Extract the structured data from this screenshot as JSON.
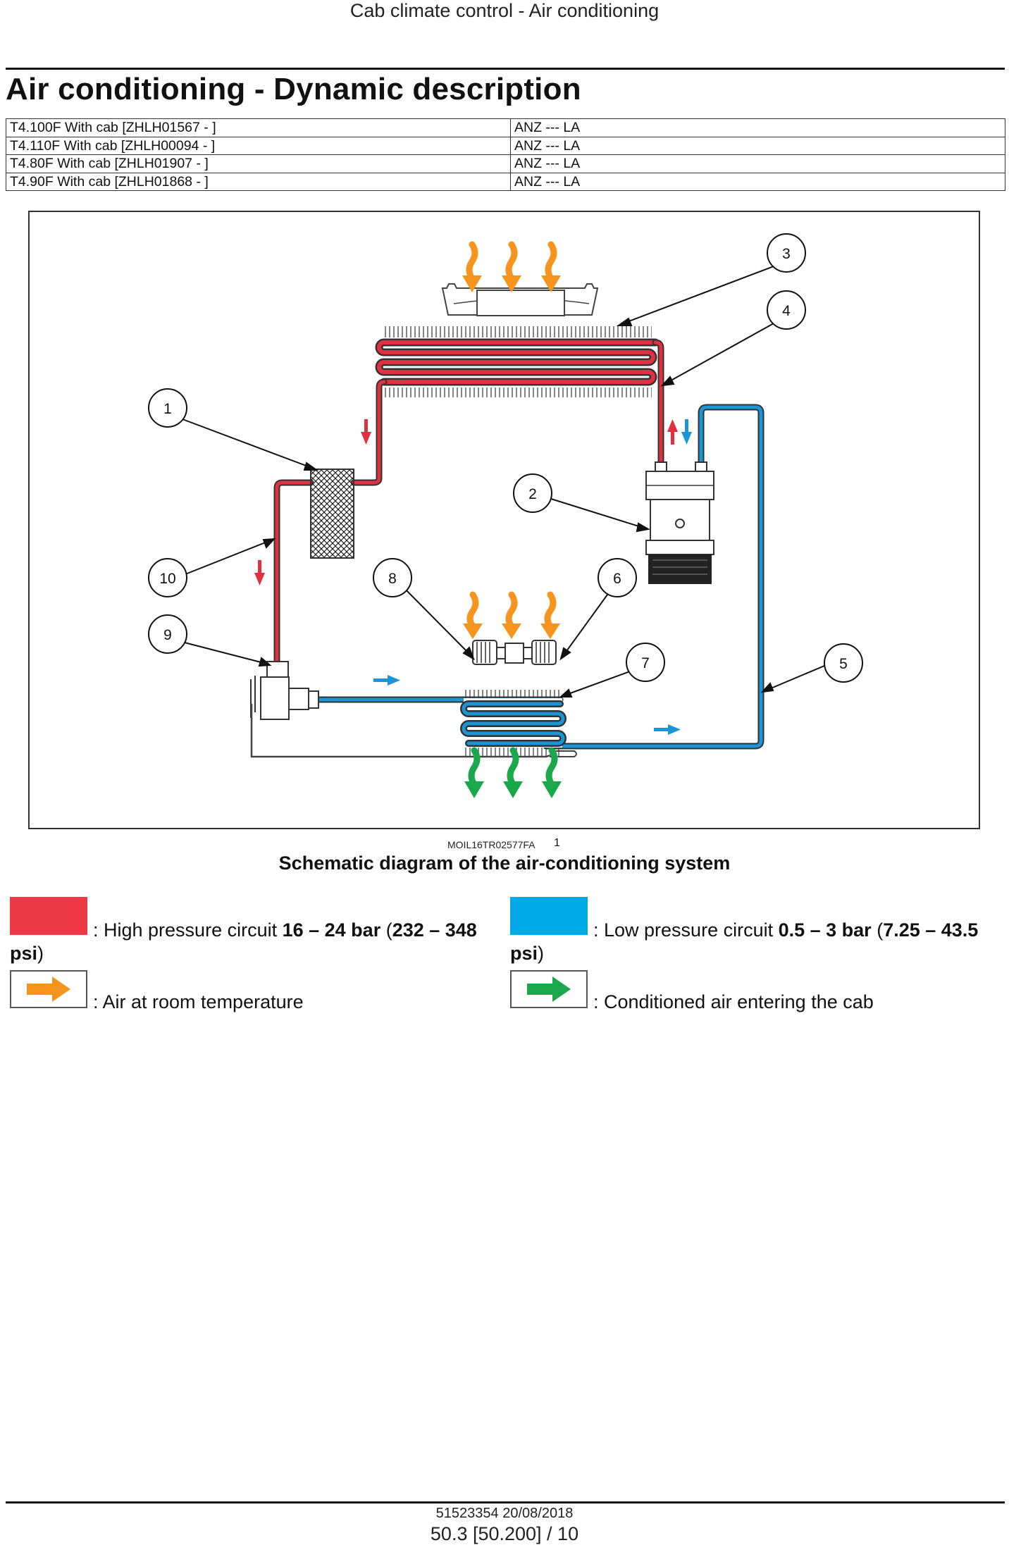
{
  "header": {
    "running_title": "Cab climate control - Air conditioning"
  },
  "title": "Air conditioning - Dynamic description",
  "models": [
    {
      "model": "T4.100F With cab [ZHLH01567 - ]",
      "region": "ANZ --- LA"
    },
    {
      "model": "T4.110F With cab [ZHLH00094 - ]",
      "region": "ANZ --- LA"
    },
    {
      "model": "T4.80F With cab [ZHLH01907 - ]",
      "region": "ANZ --- LA"
    },
    {
      "model": "T4.90F With cab [ZHLH01868 - ]",
      "region": "ANZ --- LA"
    }
  ],
  "figure": {
    "id": "MOIL16TR02577FA",
    "number": "1",
    "caption": "Schematic diagram of the air-conditioning system",
    "callouts": [
      "1",
      "2",
      "3",
      "4",
      "5",
      "6",
      "7",
      "8",
      "9",
      "10"
    ]
  },
  "legend": {
    "high_pressure": {
      "prefix": ":  High pressure circuit ",
      "value": "16 – 24 bar",
      "mid": " (",
      "value2": "232 – 348 psi",
      "suffix": ")",
      "color": "#ee3a46"
    },
    "low_pressure": {
      "prefix": ":  Low pressure circuit ",
      "value": "0.5 – 3 bar",
      "mid": " (",
      "value2": "7.25 – 43.5 psi",
      "suffix": ")",
      "color": "#00a9e8"
    },
    "room_air": {
      "text": ":  Air at room temperature",
      "color": "#f7941d"
    },
    "conditioned_air": {
      "text": ":  Conditioned air entering the cab",
      "color": "#1aa84a"
    }
  },
  "footer": {
    "doc_id": "51523354 20/08/2018",
    "page": "50.3 [50.200] / 10"
  },
  "colors": {
    "high": "#e03041",
    "low": "#1b95d6",
    "orange": "#f7941d",
    "green": "#1aa84a"
  }
}
